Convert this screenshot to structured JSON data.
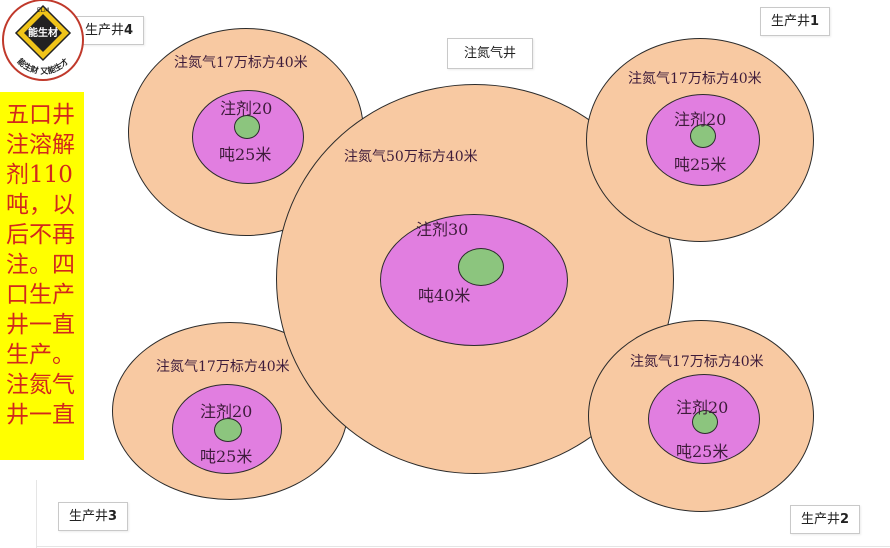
{
  "logo": {
    "line1": "ELM",
    "line2": "能生材",
    "ring": "能生财 又能生才"
  },
  "note_text": "五口井注溶解剂110吨，以后不再注。四口生产井一直生产。注氮气井一直",
  "injection_well": {
    "tag": "注氮气井",
    "outer_label": "注氮气50万标方40米",
    "mid_label_top": "注剂30",
    "mid_label_bottom": "吨40米"
  },
  "wells": [
    {
      "id": "1",
      "tag_prefix": "生产井",
      "tag_num": "1",
      "outer_label": "注氮气17万标方40米",
      "mid_label_top": "注剂20",
      "mid_label_bottom": "吨25米"
    },
    {
      "id": "2",
      "tag_prefix": "生产井",
      "tag_num": "2",
      "outer_label": "注氮气17万标方40米",
      "mid_label_top": "注剂20",
      "mid_label_bottom": "吨25米"
    },
    {
      "id": "3",
      "tag_prefix": "生产井",
      "tag_num": "3",
      "outer_label": "注氮气17万标方40米",
      "mid_label_top": "注剂20",
      "mid_label_bottom": "吨25米"
    },
    {
      "id": "4",
      "tag_prefix": "生产井",
      "tag_num": "4",
      "outer_label": "注氮气17万标方40米",
      "mid_label_top": "注剂20",
      "mid_label_bottom": "吨25米"
    }
  ],
  "colors": {
    "outer": "#f8c9a2",
    "mid": "#e17ee0",
    "core": "#8cc57e",
    "note_bg": "#ffff00",
    "note_text": "#d2281c"
  }
}
